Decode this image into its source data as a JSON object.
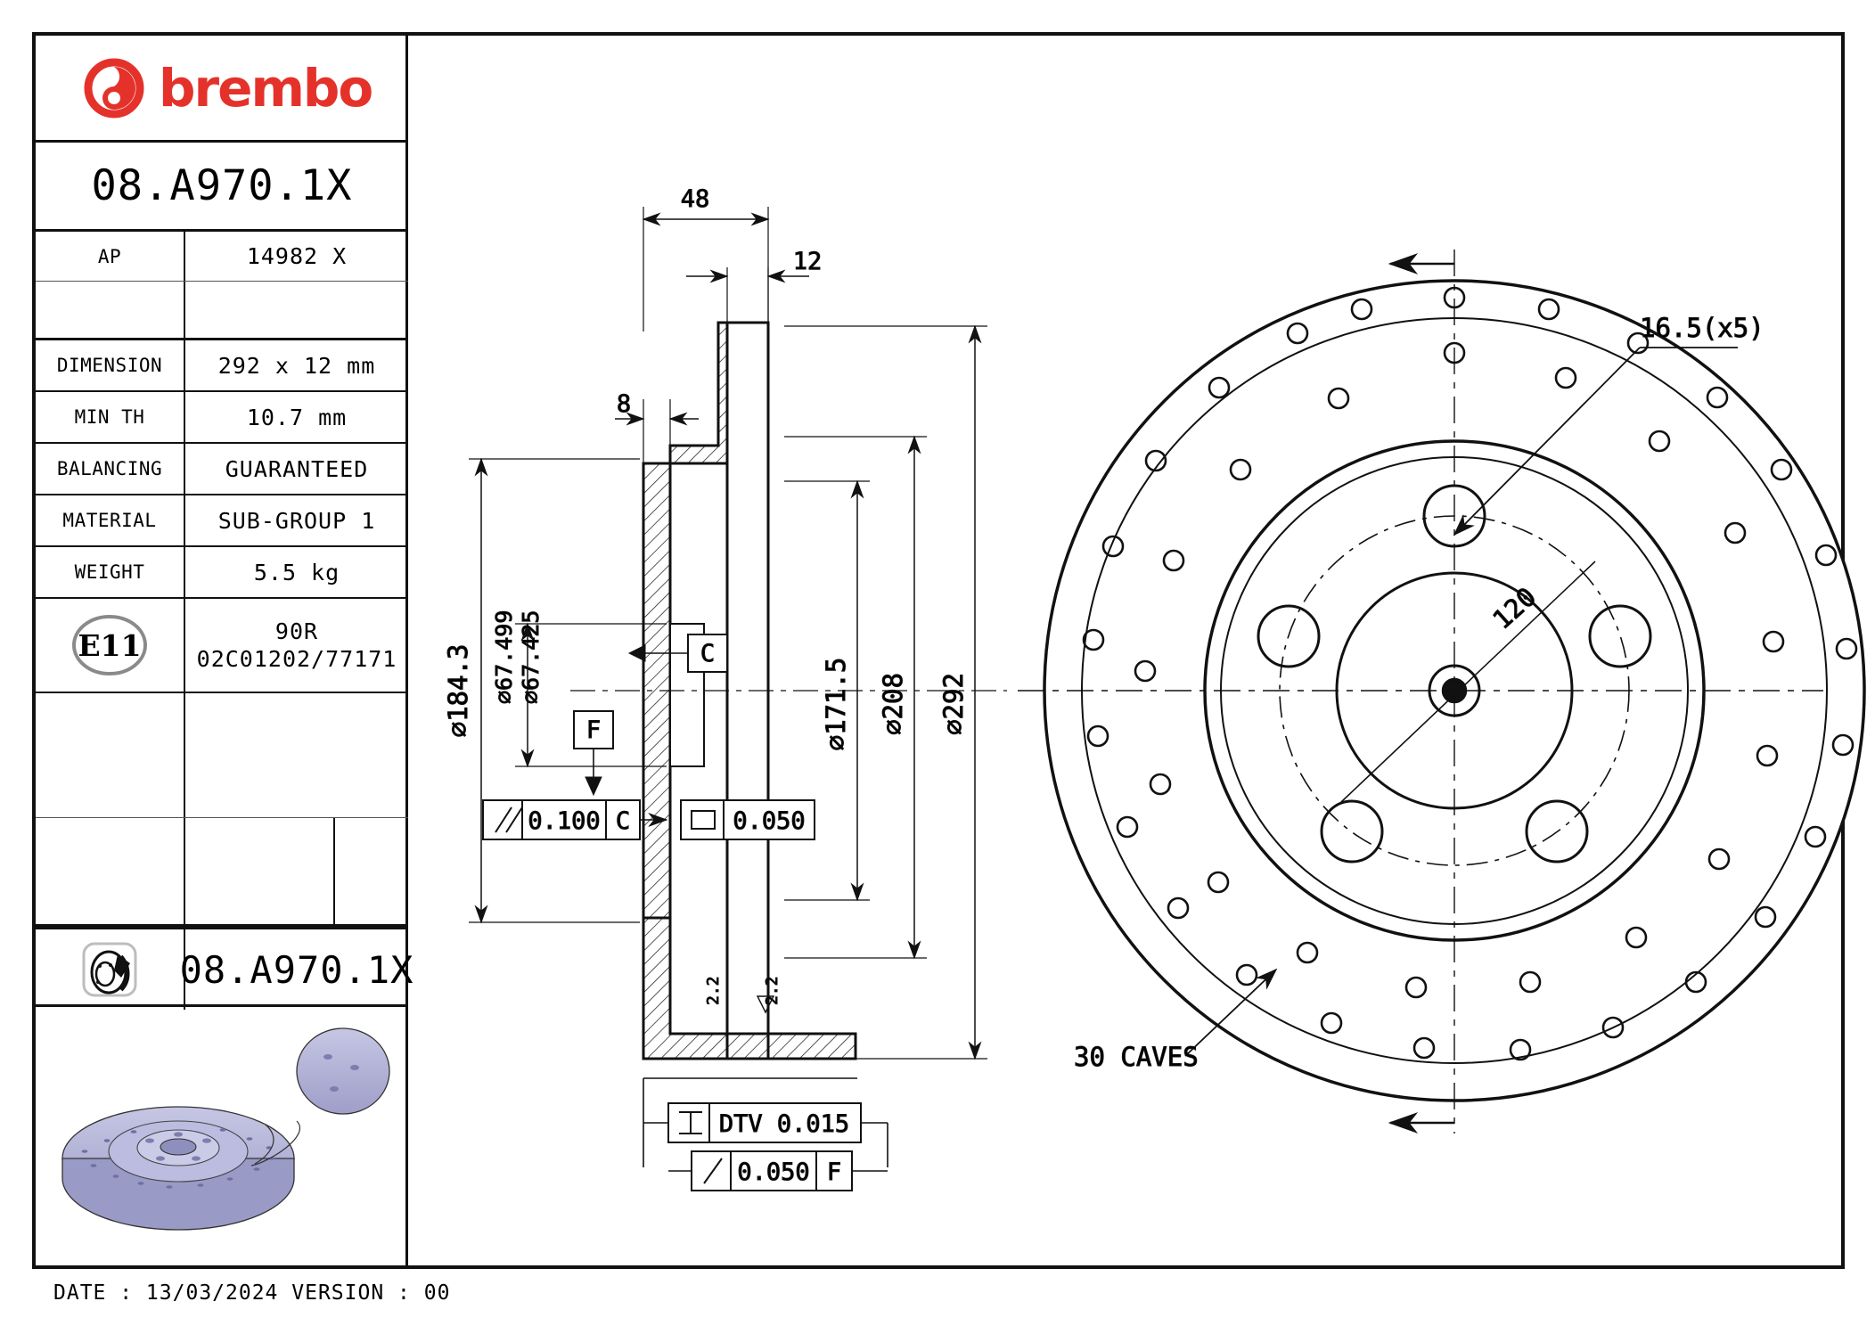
{
  "sheet": {
    "brand": "brembo",
    "part_number": "08.A970.1X",
    "part_number_footer": "08.A970.1X",
    "date_footer": "DATE : 13/03/2024 VERSION : 00"
  },
  "spec_table": {
    "rows": [
      {
        "label": "AP",
        "value": "14982 X"
      },
      {
        "label": "",
        "value": ""
      },
      {
        "label": "DIMENSION",
        "value": "292 x 12 mm"
      },
      {
        "label": "MIN TH",
        "value": "10.7 mm"
      },
      {
        "label": "BALANCING",
        "value": "GUARANTEED"
      },
      {
        "label": "MATERIAL",
        "value": "SUB-GROUP 1"
      },
      {
        "label": "WEIGHT",
        "value": "5.5 kg"
      }
    ],
    "homologation": {
      "mark": "E11",
      "line1": "90R",
      "line2": "02C01202/77171"
    }
  },
  "section_view": {
    "dimensions": {
      "overall_width": "48",
      "disc_thickness": "12",
      "hat_step": "8",
      "hat_diameter": "184.3",
      "bore_upper": "67.499",
      "bore_lower": "67.425",
      "inner_braking_dia": "171.5",
      "mid_dia": "208",
      "outer_dia": "292",
      "chamfer_left": "2.2",
      "chamfer_right": "2.2"
    },
    "datums": {
      "c": "C",
      "f": "F"
    },
    "feature_frames": [
      {
        "symbol": "parallelism",
        "tol": "0.100",
        "datum": "C"
      },
      {
        "symbol": "flatness",
        "tol": "0.050",
        "datum": ""
      },
      {
        "symbol": "dtv",
        "tol": "DTV 0.015",
        "datum": ""
      },
      {
        "symbol": "runout",
        "tol": "0.050",
        "datum": "F"
      }
    ]
  },
  "face_view": {
    "bolt_hole_note": "16.5(x5)",
    "bolt_circle": "120",
    "drill_note": "30 CAVES"
  },
  "colors": {
    "brand_red": "#e4322b",
    "watermark": "#f3c9c6",
    "line": "#111111",
    "preview_body": "#b3b3d9"
  }
}
